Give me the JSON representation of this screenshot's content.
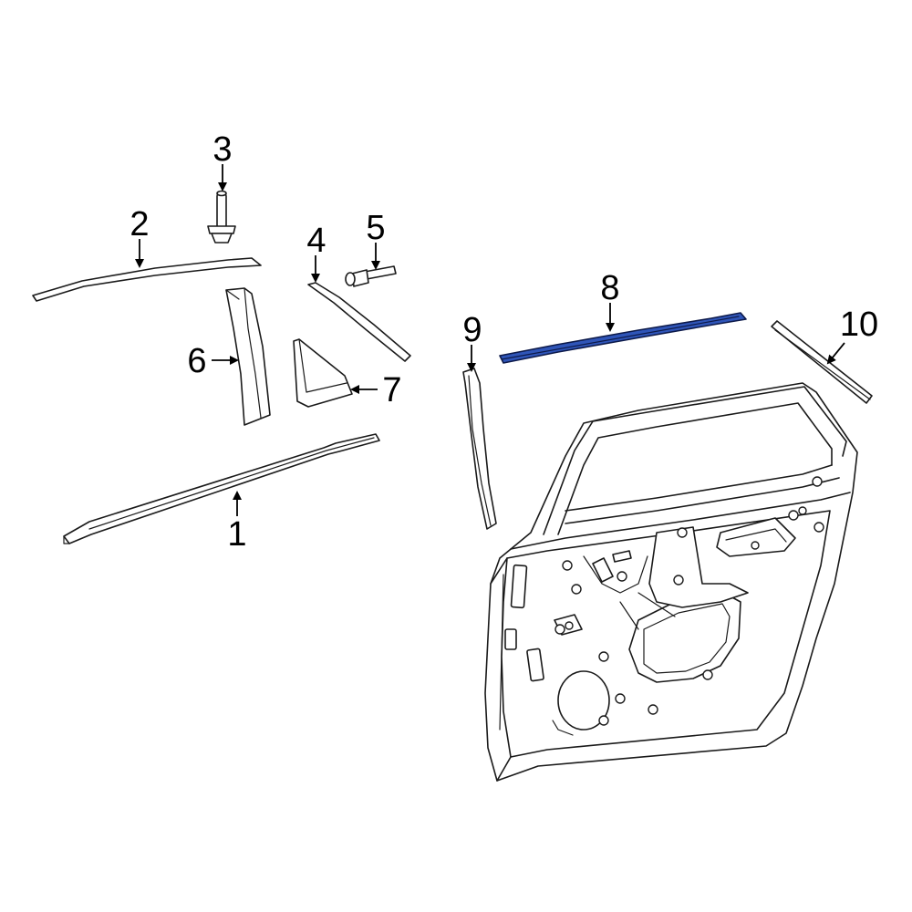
{
  "callouts": [
    {
      "id": "1",
      "label": "1"
    },
    {
      "id": "2",
      "label": "2"
    },
    {
      "id": "3",
      "label": "3"
    },
    {
      "id": "4",
      "label": "4"
    },
    {
      "id": "5",
      "label": "5"
    },
    {
      "id": "6",
      "label": "6"
    },
    {
      "id": "7",
      "label": "7"
    },
    {
      "id": "8",
      "label": "8"
    },
    {
      "id": "9",
      "label": "9"
    },
    {
      "id": "10",
      "label": "10"
    }
  ],
  "highlighted_part": "8",
  "colors": {
    "highlight_fill": "#2f55b8",
    "highlight_outline": "#0d1a4a",
    "line": "#1a1a1a",
    "background": "#ffffff"
  }
}
